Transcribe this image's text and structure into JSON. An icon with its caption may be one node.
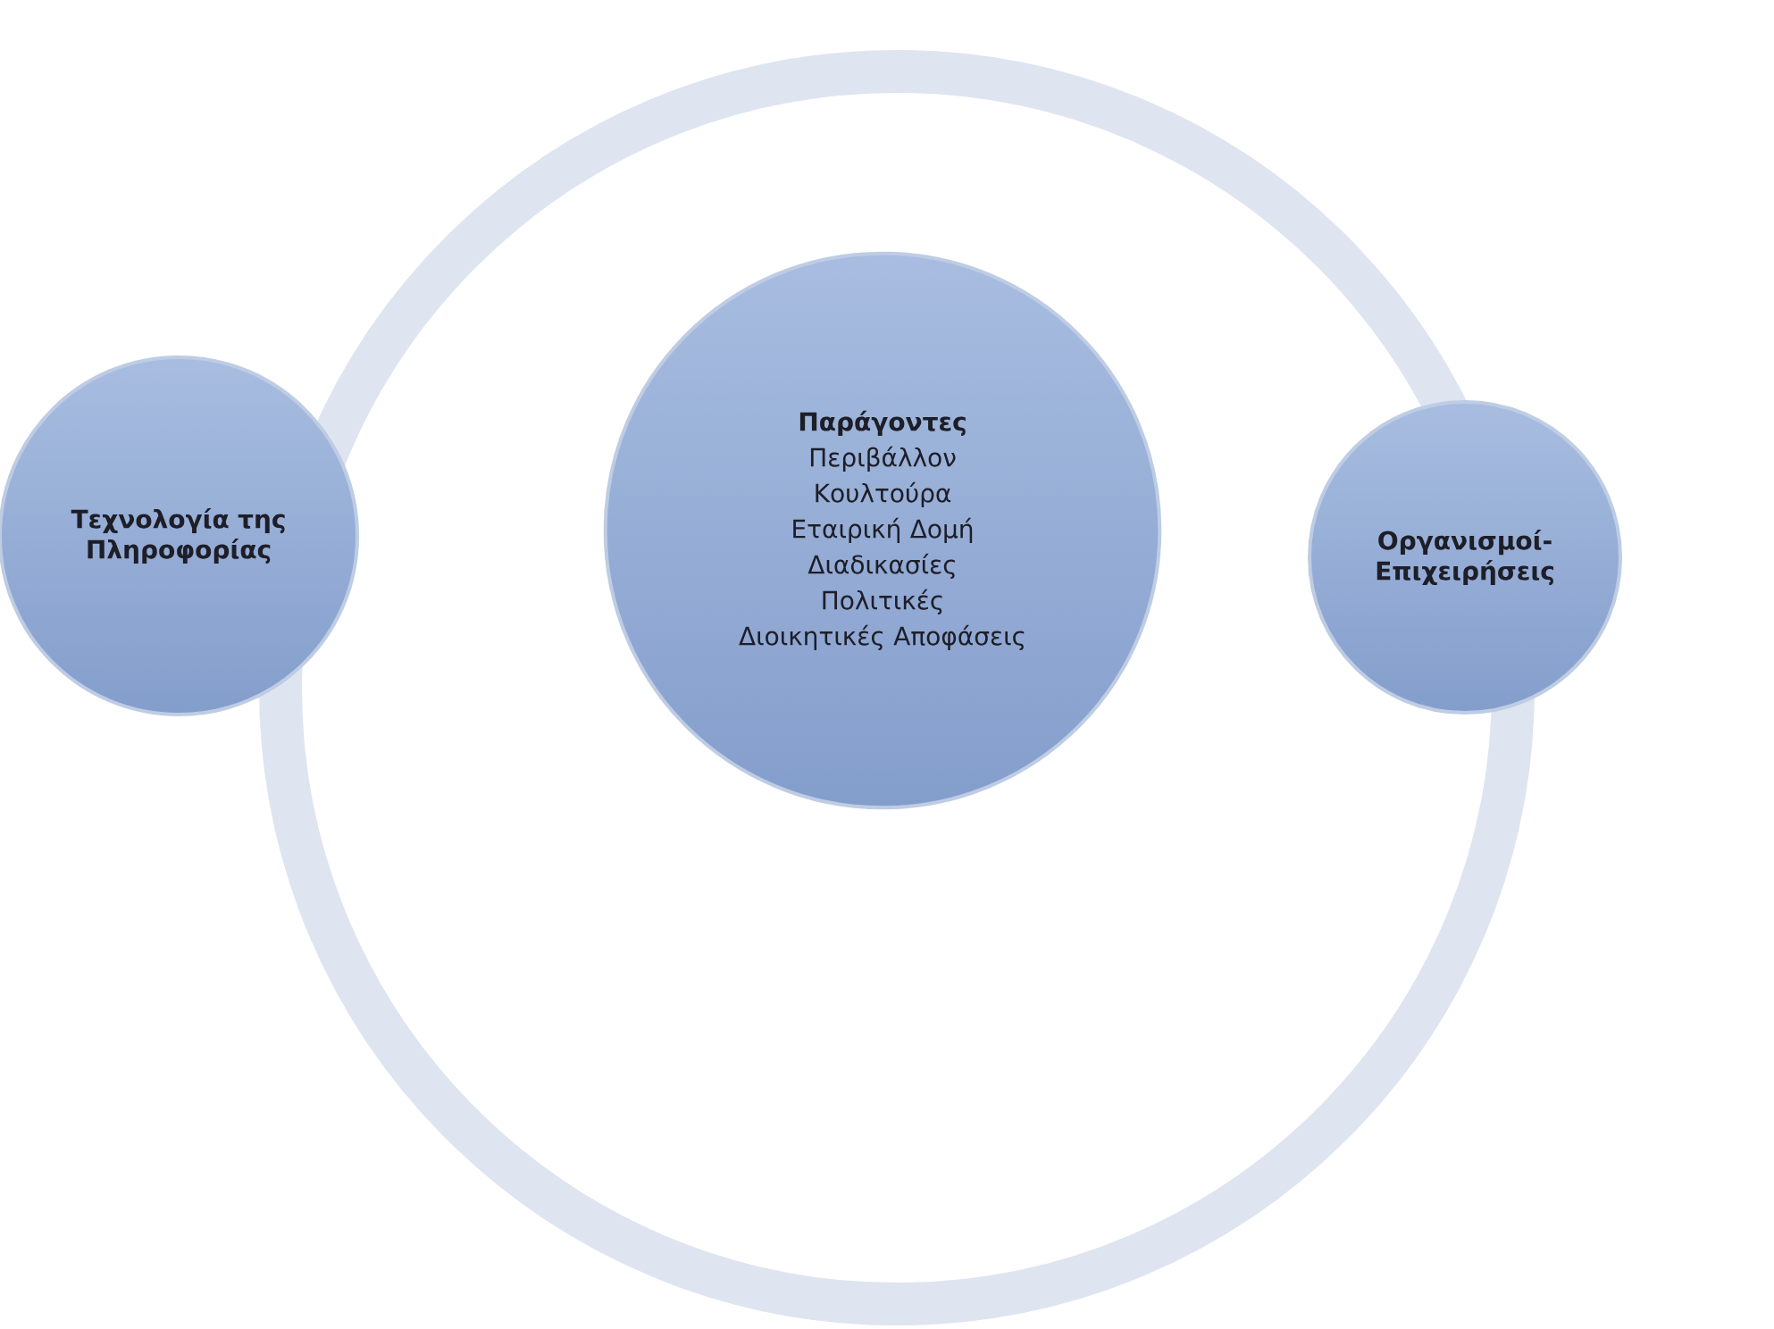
{
  "diagram": {
    "nodes": [
      {
        "text": [],
        "shape": "circle"
      },
      {
        "text": [
          "Παράγοντες",
          "Περιβάλλον",
          "Κουλτούρα",
          "Εταιρική Δομή",
          "Διαδικασίες",
          "Πολιτικές",
          "Διοικητικές Αποφάσεις"
        ],
        "in": 0
      },
      {
        "text": [
          "Τεχνολογία της Πληροφορίας"
        ]
      },
      {
        "text": [
          "Οργανισμοί-Επιχειρήσεις"
        ]
      }
    ]
  }
}
